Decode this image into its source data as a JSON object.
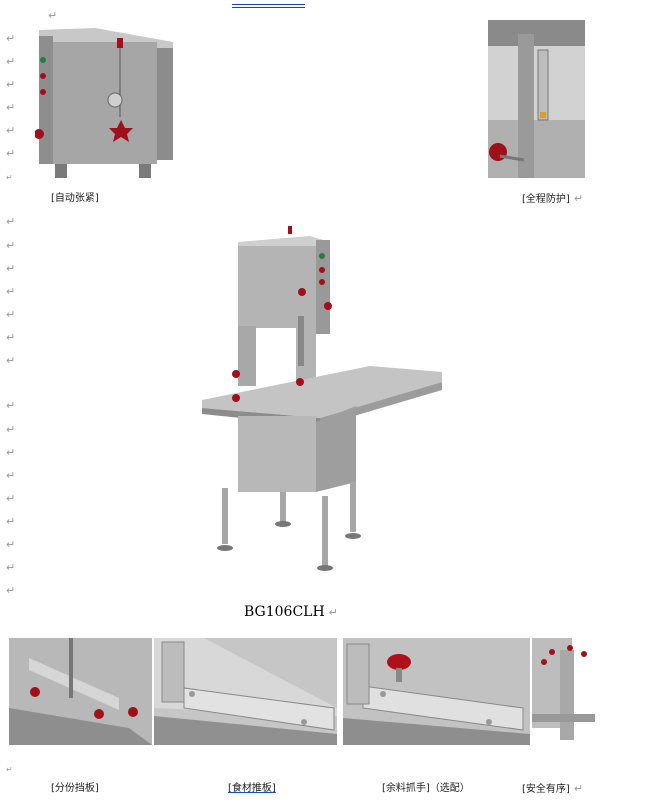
{
  "model_title": "BG106CLH",
  "return_mark": "↵",
  "captions_top": [
    "[自动张紧]",
    "[全程防护]"
  ],
  "captions_bottom": [
    "[分份挡板]",
    "[食材推板]",
    "[余料抓手]（选配）",
    "[安全有序]"
  ],
  "colors": {
    "metal": "#9a9a9a",
    "knob": "#a0101a",
    "link": "#1a4fc4"
  }
}
